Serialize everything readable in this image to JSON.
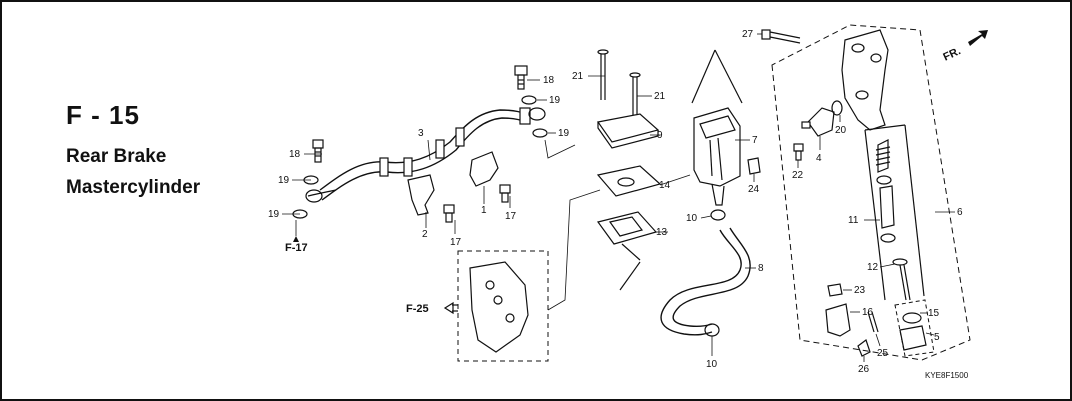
{
  "page": {
    "section_code": "F - 15",
    "title_line1": "Rear Brake",
    "title_line2": "Mastercylinder",
    "diagram_code": "KYE8F1500",
    "direction_label": "FR."
  },
  "refs": [
    "F-17",
    "F-25"
  ],
  "callouts": [
    "1",
    "2",
    "3",
    "4",
    "5",
    "6",
    "7",
    "8",
    "9",
    "10",
    "10",
    "11",
    "12",
    "13",
    "14",
    "15",
    "16",
    "17",
    "17",
    "18",
    "18",
    "19",
    "19",
    "19",
    "19",
    "20",
    "21",
    "21",
    "22",
    "23",
    "24",
    "25",
    "26",
    "27"
  ]
}
